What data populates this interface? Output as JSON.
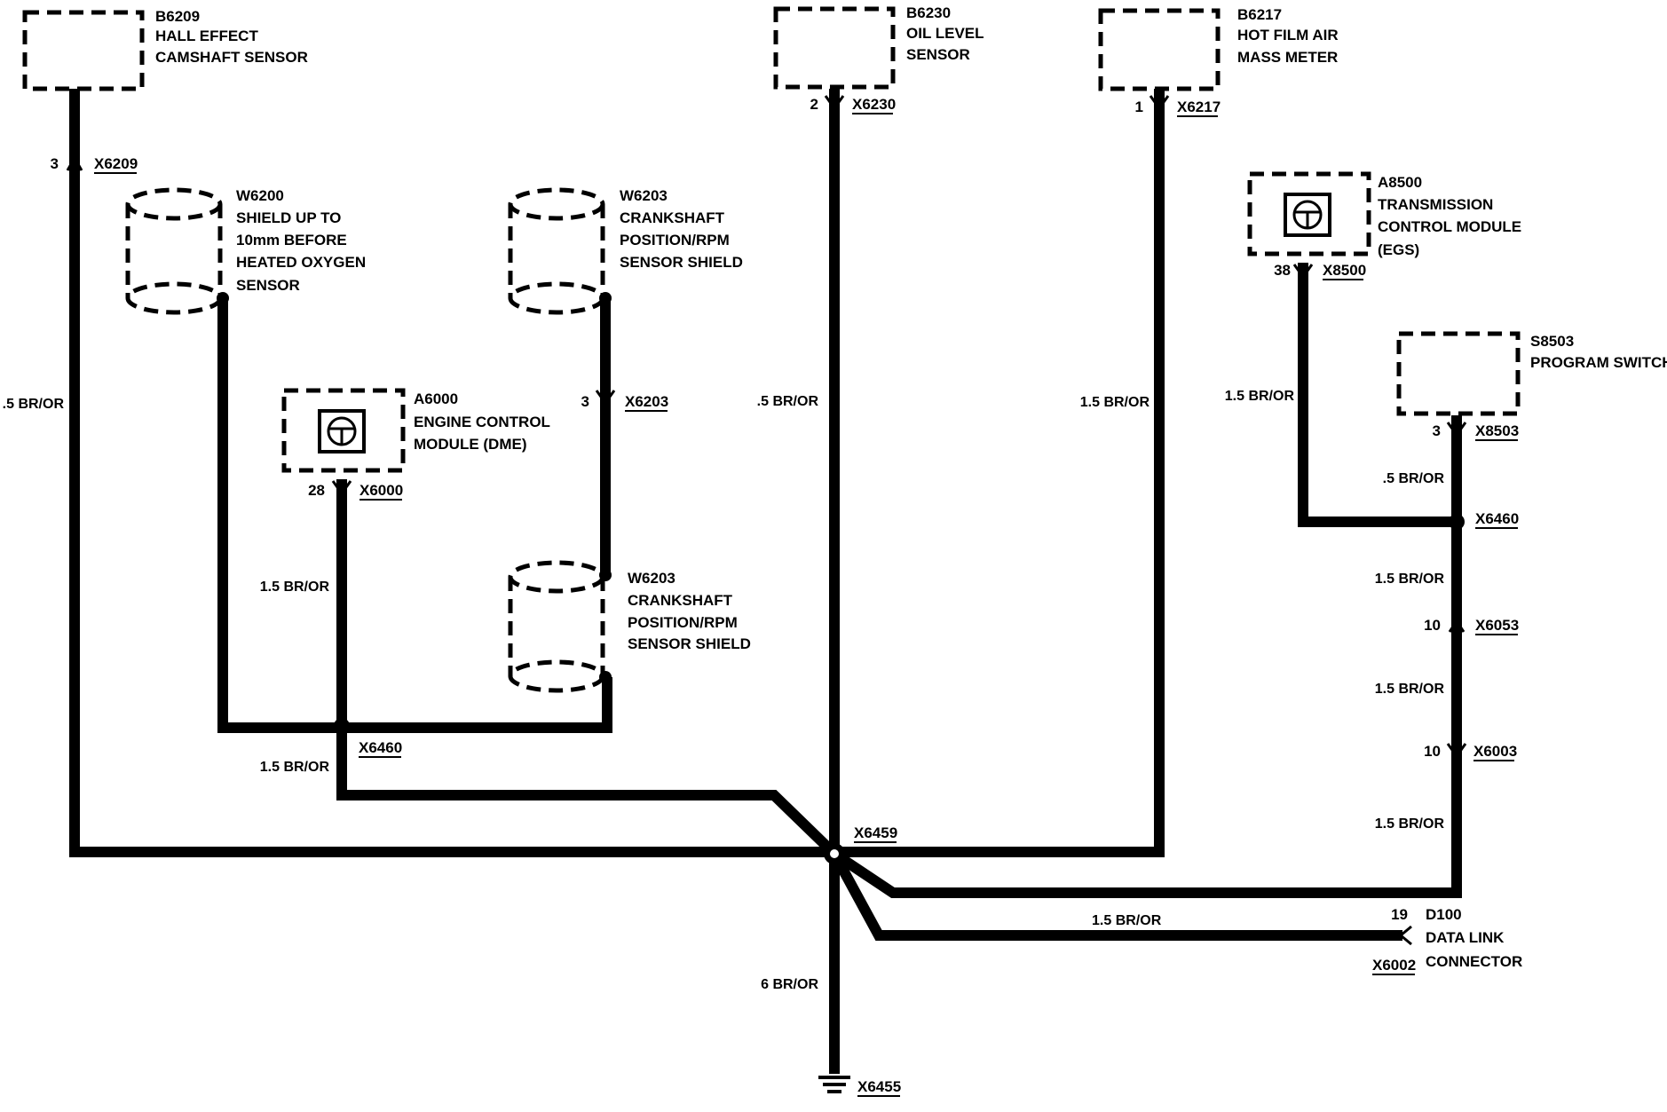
{
  "components": {
    "b6209": {
      "id": "B6209",
      "line1": "HALL EFFECT",
      "line2": "CAMSHAFT SENSOR"
    },
    "b6230": {
      "id": "B6230",
      "line1": "OIL LEVEL",
      "line2": "SENSOR"
    },
    "b6217": {
      "id": "B6217",
      "line1": "HOT FILM AIR",
      "line2": "MASS METER"
    },
    "w6200": {
      "id": "W6200",
      "line1": "SHIELD UP TO",
      "line2": "10mm BEFORE",
      "line3": "HEATED OXYGEN",
      "line4": "SENSOR"
    },
    "w6203_top": {
      "id": "W6203",
      "line1": "CRANKSHAFT",
      "line2": "POSITION/RPM",
      "line3": "SENSOR SHIELD"
    },
    "w6203_bottom": {
      "id": "W6203",
      "line1": "CRANKSHAFT",
      "line2": "POSITION/RPM",
      "line3": "SENSOR SHIELD"
    },
    "a6000": {
      "id": "A6000",
      "line1": "ENGINE CONTROL",
      "line2": "MODULE (DME)"
    },
    "a8500": {
      "id": "A8500",
      "line1": "TRANSMISSION",
      "line2": "CONTROL MODULE",
      "line3": "(EGS)"
    },
    "s8503": {
      "id": "S8503",
      "line1": "PROGRAM SWITCH"
    },
    "d100": {
      "id": "D100",
      "line1": "DATA LINK",
      "line2": "CONNECTOR"
    }
  },
  "connectors": {
    "x6209": {
      "name": "X6209",
      "pin": "3"
    },
    "x6230": {
      "name": "X6230",
      "pin": "2"
    },
    "x6217": {
      "name": "X6217",
      "pin": "1"
    },
    "x8500": {
      "name": "X8500",
      "pin": "38"
    },
    "x6203": {
      "name": "X6203",
      "pin": "3"
    },
    "x6000": {
      "name": "X6000",
      "pin": "28"
    },
    "x8503": {
      "name": "X8503",
      "pin": "3"
    },
    "x6460_left": {
      "name": "X6460"
    },
    "x6460_right": {
      "name": "X6460"
    },
    "x6053": {
      "name": "X6053",
      "pin": "10"
    },
    "x6003": {
      "name": "X6003",
      "pin": "10"
    },
    "x6459": {
      "name": "X6459"
    },
    "x6002": {
      "name": "X6002",
      "pin": "19"
    },
    "x6455": {
      "name": "X6455"
    }
  },
  "wires": {
    "camshaft": ".5 BR/OR",
    "oil_level": ".5 BR/OR",
    "air_mass": "1.5 BR/OR",
    "tcm": "1.5 BR/OR",
    "ecm": "1.5 BR/OR",
    "splice_left": "1.5 BR/OR",
    "program_switch": ".5 BR/OR",
    "x6460_x6053": "1.5 BR/OR",
    "x6053_x6003": "1.5 BR/OR",
    "x6003_splice": "1.5 BR/OR",
    "data_link": "1.5 BR/OR",
    "ground": "6 BR/OR"
  }
}
